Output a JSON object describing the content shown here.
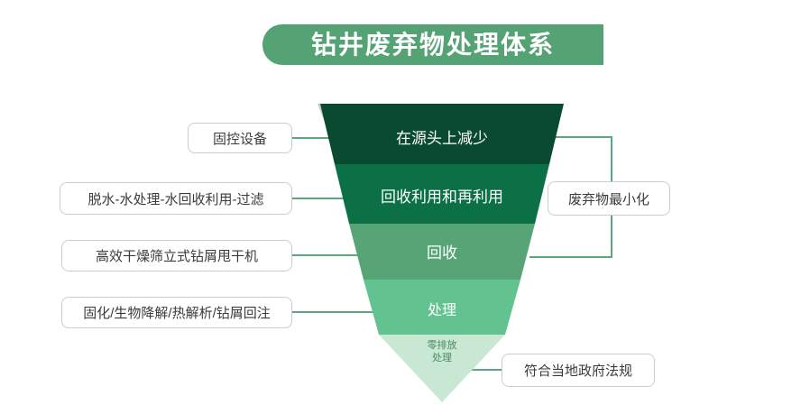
{
  "title": {
    "text": "钻井废弃物处理体系",
    "banner_color": "#55a374",
    "text_color": "#ffffff"
  },
  "funnel": {
    "orientation": "inverted",
    "layers": [
      {
        "label": "在源头上减少",
        "color": "#0a4a30",
        "text_color": "#ffffff"
      },
      {
        "label": "回收利用和再利用",
        "color": "#0c7046",
        "text_color": "#ffffff"
      },
      {
        "label": "回收",
        "color": "#57a477",
        "text_color": "#ffffff"
      },
      {
        "label": "处理",
        "color": "#62c390",
        "text_color": "#ffffff"
      },
      {
        "label": "零排放\n处理",
        "color": "#c9e8d4",
        "text_color": "#4c8a63"
      }
    ],
    "layer5_line1": "零排放",
    "layer5_line2": "处理"
  },
  "left_callouts": [
    {
      "label": "固控设备"
    },
    {
      "label": "脱水-水处理-水回收利用-过滤"
    },
    {
      "label": "高效干燥筛立式钻屑甩干机"
    },
    {
      "label": "固化/生物降解/热解析/钻屑回注"
    }
  ],
  "right_callouts": [
    {
      "label": "废弃物最小化"
    },
    {
      "label": "符合当地政府法规"
    }
  ],
  "connector_color": "#5aa87b",
  "colors": {
    "accent_green": "#55a374",
    "box_border": "#c9ccd1",
    "text": "#3b3b3b",
    "background": "#ffffff"
  }
}
